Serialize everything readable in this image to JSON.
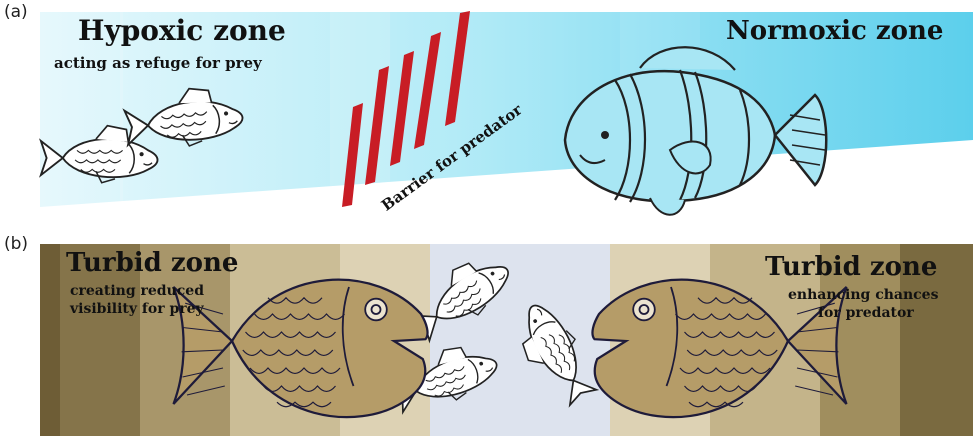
{
  "panel_a": {
    "label": "(a)",
    "hypoxic_title": "Hypoxic zone",
    "hypoxic_subtitle": "acting as refuge for prey",
    "normoxic_title": "Normoxic zone",
    "barrier_label": "Barrier for predator",
    "colors": {
      "light": "#d8f4fb",
      "mid": "#a9e8f6",
      "deep": "#63d3ee",
      "barrier": "#c81d25"
    }
  },
  "panel_b": {
    "label": "(b)",
    "left_title": "Turbid zone",
    "left_subtitle_1": "creating reduced",
    "left_subtitle_2": "visibility for prey",
    "right_title": "Turbid zone",
    "right_subtitle_1": "enhancing chances",
    "right_subtitle_2": "for predator",
    "colors": {
      "dark": "#6e5d36",
      "mid": "#a8966a",
      "light": "#d8ccae",
      "center": "#dde3ee"
    }
  },
  "icons": [
    "prey-fish-icon",
    "clownfish-icon",
    "predator-fish-icon"
  ]
}
